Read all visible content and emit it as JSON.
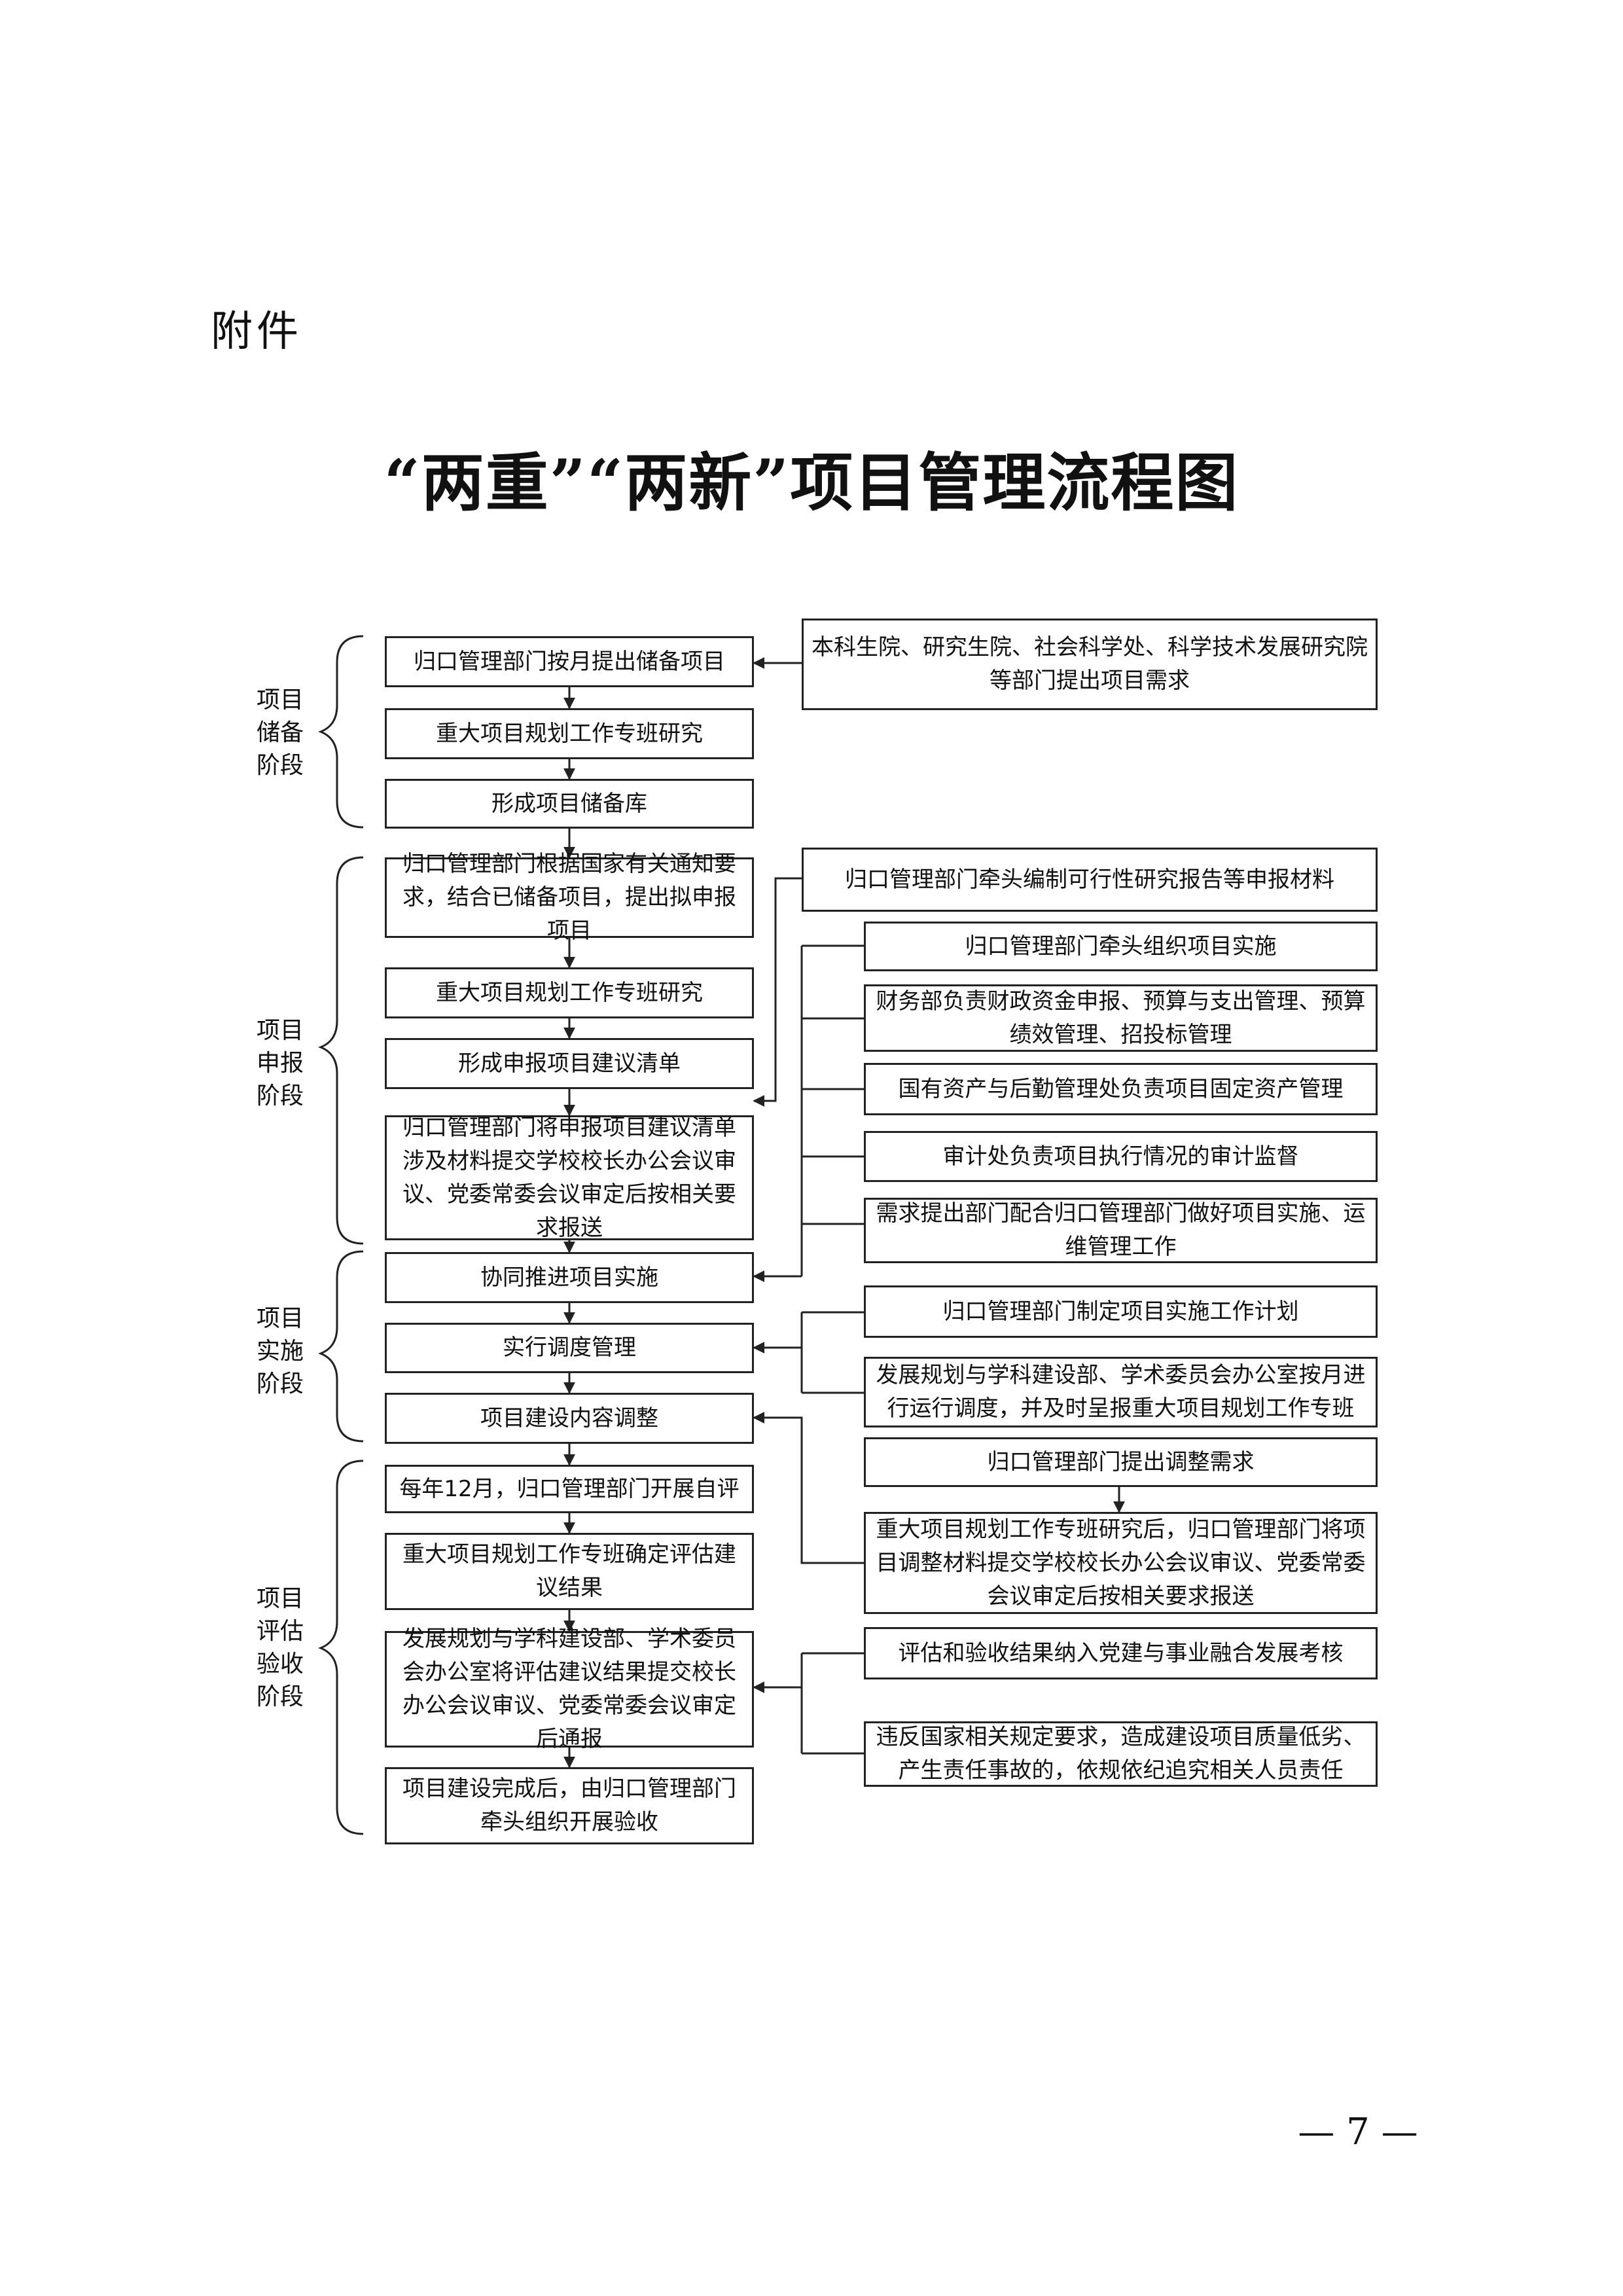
{
  "header": {
    "attachment_label": "附件"
  },
  "title": "“两重”“两新”项目管理流程图",
  "stages": {
    "reserve": "项目\n储备\n阶段",
    "apply": "项目\n申报\n阶段",
    "implement": "项目\n实施\n阶段",
    "evaluate": "项目\n评估\n验收\n阶段"
  },
  "main_flow": [
    "归口管理部门按月提出储备项目",
    "重大项目规划工作专班研究",
    "形成项目储备库",
    "归口管理部门根据国家有关通知要求，结合已储备项目，提出拟申报项目",
    "重大项目规划工作专班研究",
    "形成申报项目建议清单",
    "归口管理部门将申报项目建议清单涉及材料提交学校校长办公会议审议、党委常委会议审定后按相关要求报送",
    "协同推进项目实施",
    "实行调度管理",
    "项目建设内容调整",
    "每年12月，归口管理部门开展自评",
    "重大项目规划工作专班确定评估建议结果",
    "发展规划与学科建设部、学术委员会办公室将评估建议结果提交校长办公会议审议、党委常委会议审定后通报",
    "项目建设完成后，由归口管理部门牵头组织开展验收"
  ],
  "side_boxes": {
    "demand": "本科生院、研究生院、社会科学处、科学技术发展研究院等部门提出项目需求",
    "feasibility": "归口管理部门牵头编制可行性研究报告等申报材料",
    "impl_1": "归口管理部门牵头组织项目实施",
    "impl_2": "财务部负责财政资金申报、预算与支出管理、预算绩效管理、招投标管理",
    "impl_3": "国有资产与后勤管理处负责项目固定资产管理",
    "impl_4": "审计处负责项目执行情况的审计监督",
    "impl_5": "需求提出部门配合归口管理部门做好项目实施、运维管理工作",
    "sched_1": "归口管理部门制定项目实施工作计划",
    "sched_2": "发展规划与学科建设部、学术委员会办公室按月进行运行调度，并及时呈报重大项目规划工作专班",
    "adjust_1": "归口管理部门提出调整需求",
    "adjust_2": "重大项目规划工作专班研究后，归口管理部门将项目调整材料提交学校校长办公会议审议、党委常委会议审定后按相关要求报送",
    "eval_1": "评估和验收结果纳入党建与事业融合发展考核",
    "eval_2": "违反国家相关规定要求，造成建设项目质量低劣、产生责任事故的，依规依纪追究相关人员责任"
  },
  "page_number": "— 7 —"
}
